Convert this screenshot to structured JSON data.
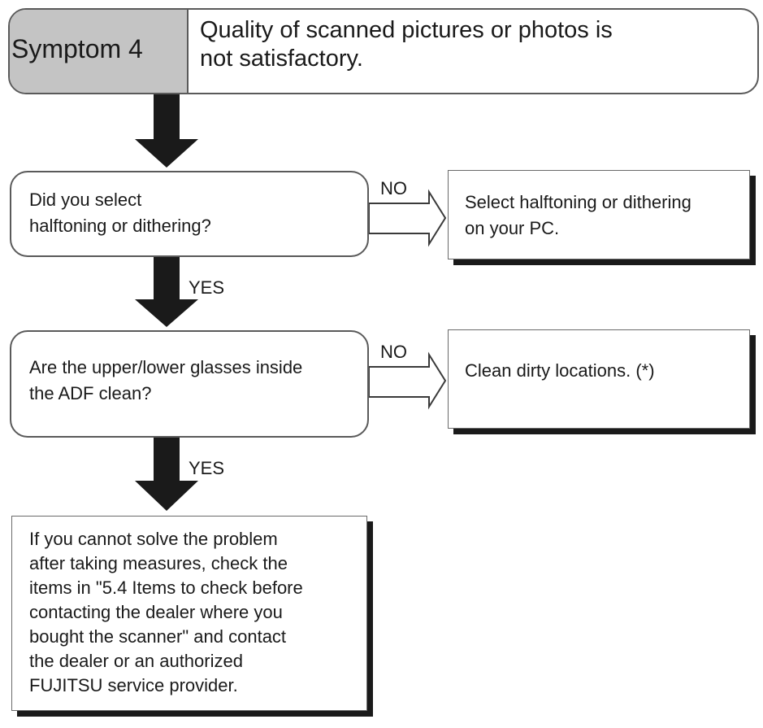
{
  "header": {
    "tag": "Symptom 4",
    "title": "Quality of scanned pictures or photos is\nnot satisfactory."
  },
  "decisions": [
    {
      "text": "Did you select\nhalftoning or dithering?",
      "no_label": "NO",
      "yes_label": "YES"
    },
    {
      "text": "Are the upper/lower glasses inside\nthe ADF clean?",
      "no_label": "NO",
      "yes_label": "YES"
    }
  ],
  "actions": [
    {
      "text": "Select halftoning or dithering\non your PC."
    },
    {
      "text": "Clean dirty locations. (*)"
    }
  ],
  "final": {
    "text": "If you cannot solve the problem\nafter taking measures, check the\nitems in \"5.4 Items to check before\ncontacting the dealer where you\nbought the scanner\" and contact\nthe dealer or an authorized\nFUJITSU service provider."
  },
  "colors": {
    "header_tag_fill": "#c4c4c4",
    "stroke": "#5a5a5a",
    "arrow_fill": "#1a1a1a",
    "shadow": "#1a1a1a"
  }
}
